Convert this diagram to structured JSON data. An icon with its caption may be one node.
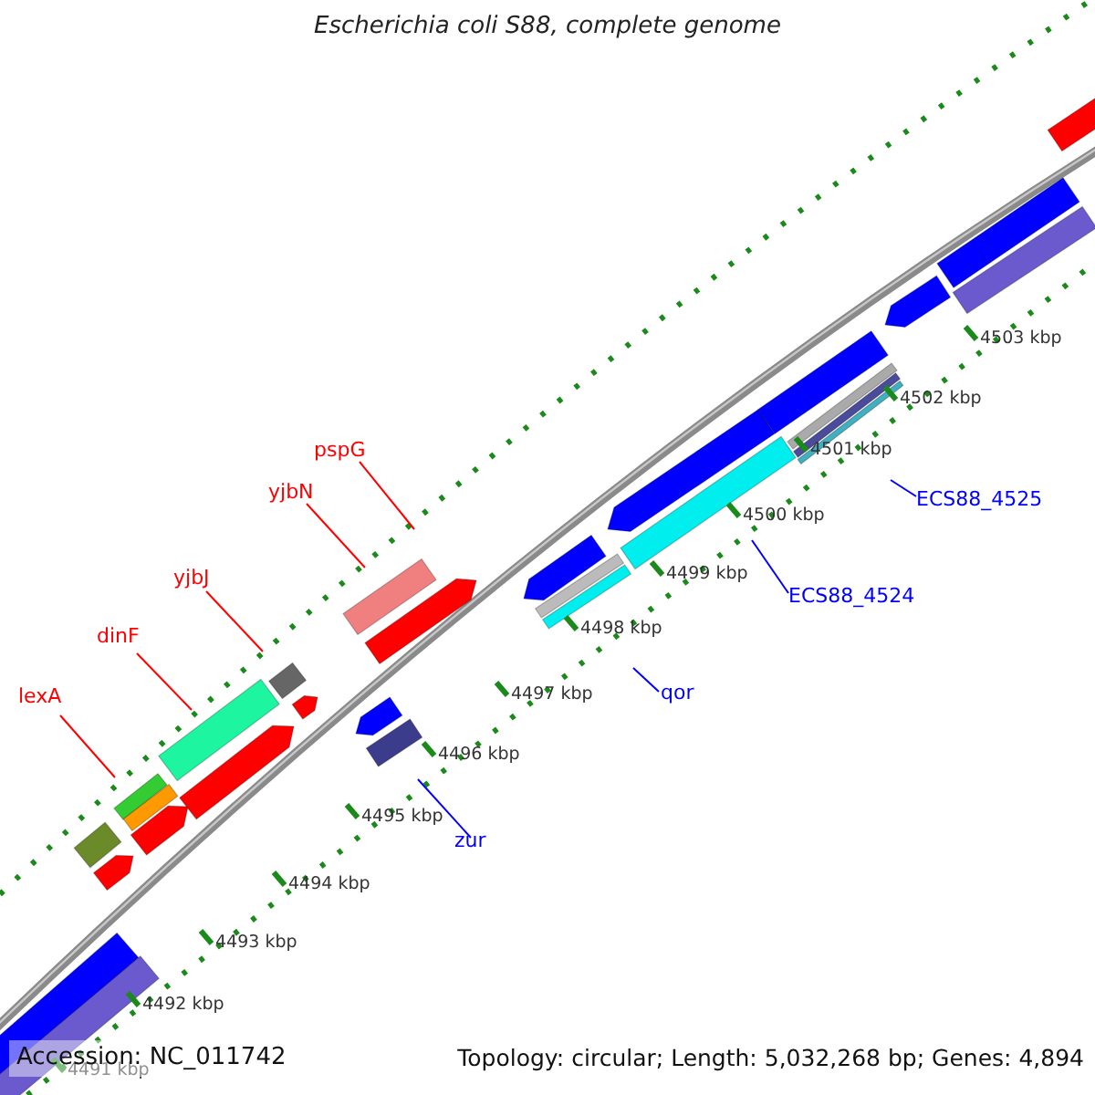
{
  "diagram": {
    "title": "Escherichia coli S88, complete genome",
    "nodes": [
      {
        "text": [
          "lexA"
        ]
      },
      {
        "text": [
          "dinF"
        ]
      },
      {
        "text": [
          "yjbJ"
        ]
      },
      {
        "text": [
          "yjbN"
        ]
      },
      {
        "text": [
          "pspG"
        ]
      },
      {
        "text": [
          "zur"
        ]
      },
      {
        "text": [
          "qor"
        ]
      },
      {
        "text": [
          "ECS88_4524"
        ]
      },
      {
        "text": [
          "ECS88_4525"
        ]
      }
    ],
    "edges": [
      {
        "from": 0,
        "to": null,
        "arrow": "none"
      },
      {
        "from": 1,
        "to": null,
        "arrow": "none"
      },
      {
        "from": 2,
        "to": null,
        "arrow": "none"
      },
      {
        "from": 3,
        "to": null,
        "arrow": "none"
      },
      {
        "from": 4,
        "to": null,
        "arrow": "none"
      },
      {
        "from": 5,
        "to": null,
        "arrow": "none",
        "color": "#0000ff"
      },
      {
        "from": 6,
        "to": null,
        "arrow": "none",
        "color": "#0000ff"
      },
      {
        "from": 7,
        "to": null,
        "arrow": "none",
        "color": "#0000ff"
      },
      {
        "from": 8,
        "to": null,
        "arrow": "none",
        "color": "#0000ff"
      }
    ],
    "labels": [
      "4503 kbp",
      "4502 kbp",
      "4501 kbp",
      "4500 kbp",
      "4499 kbp",
      "4498 kbp",
      "4497 kbp",
      "4496 kbp",
      "4495 kbp",
      "4494 kbp",
      "4493 kbp",
      "4492 kbp",
      "4491 kbp",
      "Accession: NC_011742",
      "Topology: circular; Length: 5,032,268 bp; Genes: 4,894"
    ]
  }
}
